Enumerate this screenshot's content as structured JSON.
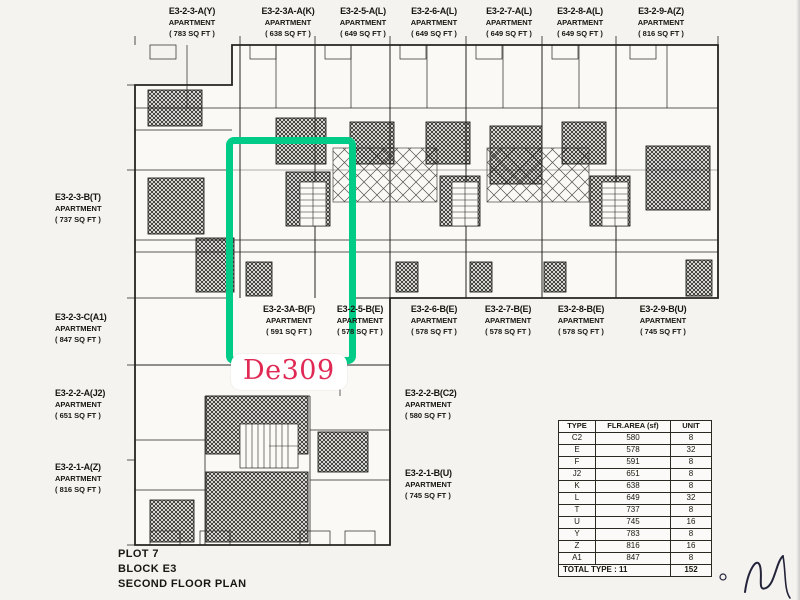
{
  "colors": {
    "paper": "#f4f3f0",
    "ink": "#26241f",
    "highlight_green": "#00cc88",
    "annotation_red": "#e02a55"
  },
  "annotation": {
    "label": "De309"
  },
  "title_block": {
    "line1": "PLOT 7",
    "line2": "BLOCK E3",
    "line3": "SECOND FLOOR PLAN"
  },
  "units": {
    "top": [
      {
        "id": "E3-2-3-A(Y)",
        "type": "APARTMENT",
        "area": "( 783 SQ FT )"
      },
      {
        "id": "E3-2-3A-A(K)",
        "type": "APARTMENT",
        "area": "( 638 SQ FT )"
      },
      {
        "id": "E3-2-5-A(L)",
        "type": "APARTMENT",
        "area": "( 649 SQ FT )"
      },
      {
        "id": "E3-2-6-A(L)",
        "type": "APARTMENT",
        "area": "( 649 SQ FT )"
      },
      {
        "id": "E3-2-7-A(L)",
        "type": "APARTMENT",
        "area": "( 649 SQ FT )"
      },
      {
        "id": "E3-2-8-A(L)",
        "type": "APARTMENT",
        "area": "( 649 SQ FT )"
      },
      {
        "id": "E3-2-9-A(Z)",
        "type": "APARTMENT",
        "area": "( 816 SQ FT )"
      }
    ],
    "left": [
      {
        "id": "E3-2-3-B(T)",
        "type": "APARTMENT",
        "area": "( 737 SQ FT )"
      },
      {
        "id": "E3-2-3-C(A1)",
        "type": "APARTMENT",
        "area": "( 847 SQ FT )"
      },
      {
        "id": "E3-2-2-A(J2)",
        "type": "APARTMENT",
        "area": "( 651 SQ FT )"
      },
      {
        "id": "E3-2-1-A(Z)",
        "type": "APARTMENT",
        "area": "( 816 SQ FT )"
      }
    ],
    "middle": [
      {
        "id": "E3-2-3A-B(F)",
        "type": "APARTMENT",
        "area": "( 591 SQ FT )"
      },
      {
        "id": "E3-2-5-B(E)",
        "type": "APARTMENT",
        "area": "( 578 SQ FT )"
      },
      {
        "id": "E3-2-6-B(E)",
        "type": "APARTMENT",
        "area": "( 578 SQ FT )"
      },
      {
        "id": "E3-2-7-B(E)",
        "type": "APARTMENT",
        "area": "( 578 SQ FT )"
      },
      {
        "id": "E3-2-8-B(E)",
        "type": "APARTMENT",
        "area": "( 578 SQ FT )"
      },
      {
        "id": "E3-2-9-B(U)",
        "type": "APARTMENT",
        "area": "( 745 SQ FT )"
      }
    ],
    "lower": [
      {
        "id": "E3-2-2-B(C2)",
        "type": "APARTMENT",
        "area": "( 580 SQ FT )"
      },
      {
        "id": "E3-2-1-B(U)",
        "type": "APARTMENT",
        "area": "( 745 SQ FT )"
      }
    ]
  },
  "table": {
    "headers": [
      "TYPE",
      "FLR.AREA (sf)",
      "UNIT"
    ],
    "rows": [
      [
        "C2",
        "580",
        "8"
      ],
      [
        "E",
        "578",
        "32"
      ],
      [
        "F",
        "591",
        "8"
      ],
      [
        "J2",
        "651",
        "8"
      ],
      [
        "K",
        "638",
        "8"
      ],
      [
        "L",
        "649",
        "32"
      ],
      [
        "T",
        "737",
        "8"
      ],
      [
        "U",
        "745",
        "16"
      ],
      [
        "Y",
        "783",
        "8"
      ],
      [
        "Z",
        "816",
        "16"
      ],
      [
        "A1",
        "847",
        "8"
      ]
    ],
    "total_label": "TOTAL TYPE : 11",
    "total_value": "152"
  }
}
